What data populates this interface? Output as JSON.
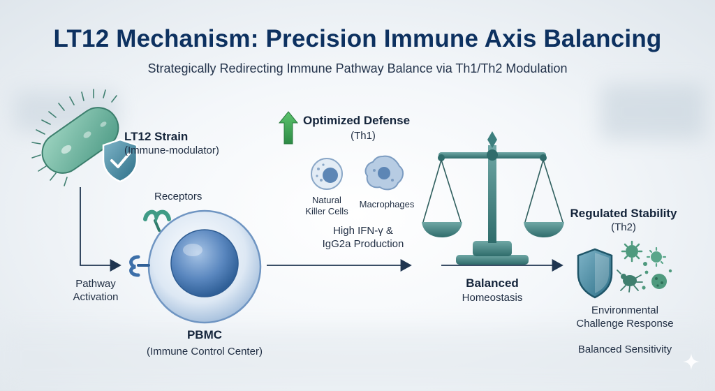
{
  "title": "LT12 Mechanism: Precision Immune Axis Balancing",
  "subtitle": "Strategically Redirecting Immune Pathway Balance via Th1/Th2 Modulation",
  "strain": {
    "name": "LT12 Strain",
    "role": "(Immune-modulator)"
  },
  "receptors_label": "Receptors",
  "pathway": {
    "line1": "Pathway",
    "line2": "Activation"
  },
  "pbmc": {
    "name": "PBMC",
    "role": "(Immune Control Center)"
  },
  "th1": {
    "heading": "Optimized Defense",
    "sub": "(Th1)",
    "cell1_line1": "Natural",
    "cell1_line2": "Killer Cells",
    "cell2": "Macrophages",
    "production_line1": "High IFN-γ &",
    "production_line2": "IgG2a Production"
  },
  "balance": {
    "heading": "Balanced",
    "sub": "Homeostasis"
  },
  "th2": {
    "heading": "Regulated Stability",
    "sub": "(Th2)",
    "response_line1": "Environmental",
    "response_line2": "Challenge Response",
    "sensitivity": "Balanced Sensitivity"
  },
  "colors": {
    "title": "#0d3160",
    "arrow_up": "#3aa55a",
    "cell_blue": "#5d8bc1",
    "bacterium_green": "#6fb49b",
    "scale_teal": "#4f8f8f",
    "microbe_green": "#4f9a7e"
  }
}
